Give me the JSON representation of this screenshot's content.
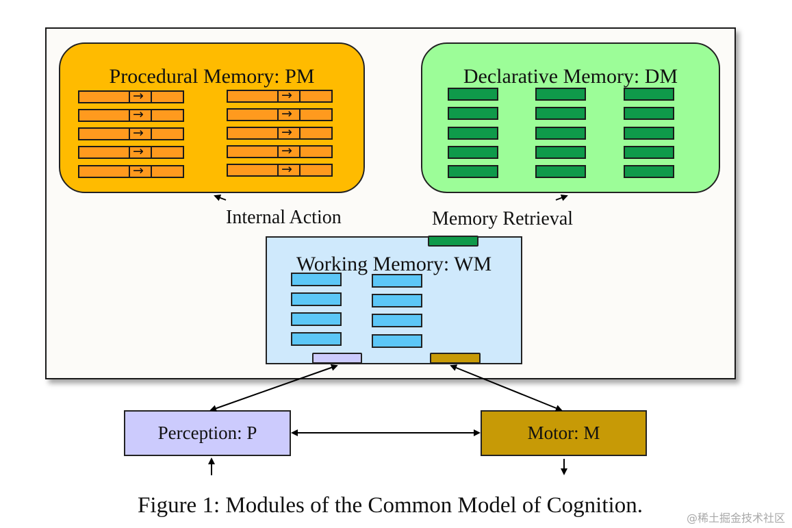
{
  "modules": {
    "pm": {
      "title": "Procedural Memory: PM",
      "rule_arrow": "→"
    },
    "dm": {
      "title": "Declarative Memory: DM"
    },
    "wm": {
      "title": "Working Memory: WM"
    },
    "perception": {
      "label": "Perception: P"
    },
    "motor": {
      "label": "Motor: M"
    }
  },
  "edges": {
    "internal_action": "Internal Action",
    "memory_retrieval": "Memory Retrieval"
  },
  "caption": "Figure 1: Modules of the Common Model of Cognition.",
  "watermark": "@稀土掘金技术社区",
  "colors": {
    "pm_fill": "#ffbb00",
    "pm_rule": "#ff9a1e",
    "dm_fill": "#9cfd98",
    "dm_chunk": "#0f9a4a",
    "wm_fill": "#cfe9fc",
    "wm_chunk": "#5cc7f7",
    "perception_fill": "#cccbfd",
    "motor_fill": "#c79a06"
  }
}
